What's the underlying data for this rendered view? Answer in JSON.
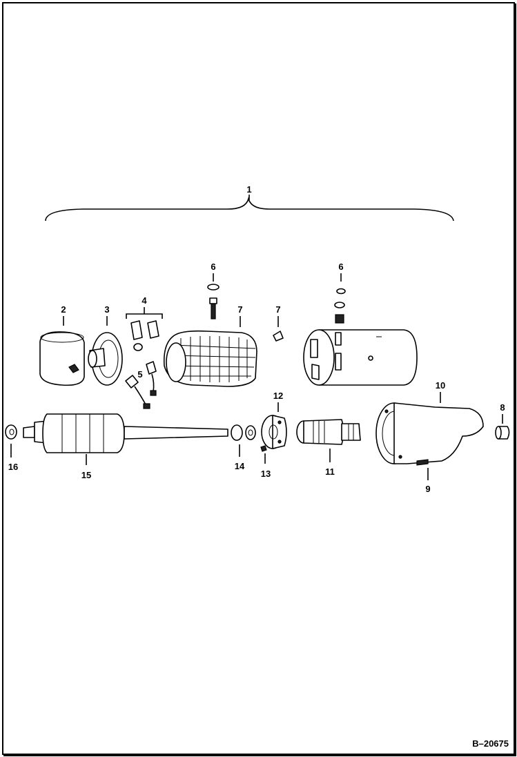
{
  "diagram": {
    "reference_code": "B–20675",
    "callouts": {
      "c1": "1",
      "c2": "2",
      "c3": "3",
      "c4": "4",
      "c5": "5",
      "c6a": "6",
      "c6b": "6",
      "c7a": "7",
      "c7b": "7",
      "c8": "8",
      "c9": "9",
      "c10": "10",
      "c11": "11",
      "c12": "12",
      "c13": "13",
      "c14": "14",
      "c15": "15",
      "c16": "16"
    }
  }
}
